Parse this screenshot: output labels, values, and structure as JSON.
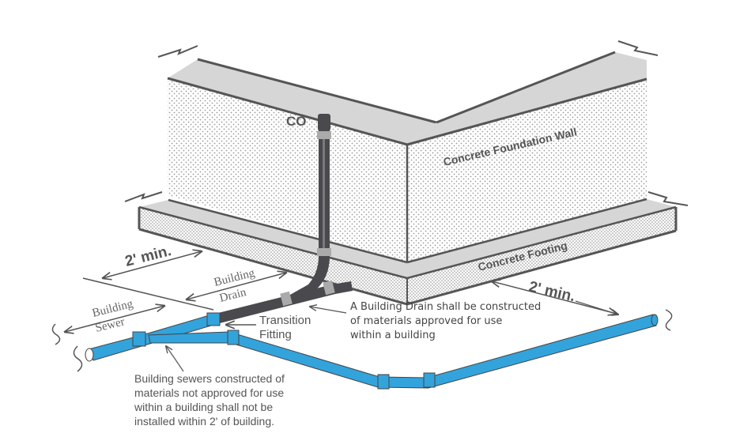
{
  "diagram": {
    "colors": {
      "pipe_blue": "#33a3dc",
      "pipe_dark": "#4a4a4e",
      "wall_outline": "#555555",
      "wall_top": "#d6d6d6",
      "coupling": "#aaaaaa"
    },
    "labels": {
      "cleanout": "CO",
      "foundation_wall": "Concrete Foundation Wall",
      "footing": "Concrete Footing",
      "dim_left": "2' min.",
      "dim_right": "2' min.",
      "building_drain_line1": "Building",
      "building_drain_line2": "Drain",
      "building_sewer_line1": "Building",
      "building_sewer_line2": "Sewer",
      "transition_line1": "Transition",
      "transition_line2": "Fitting"
    },
    "notes": {
      "drain_note": [
        "A Building Drain shall be constructed",
        "of materials approved for use",
        "within a building"
      ],
      "sewer_note": [
        "Building sewers constructed of",
        "materials not approved for use",
        "within a building shall not be",
        "installed within 2' of building."
      ]
    }
  }
}
